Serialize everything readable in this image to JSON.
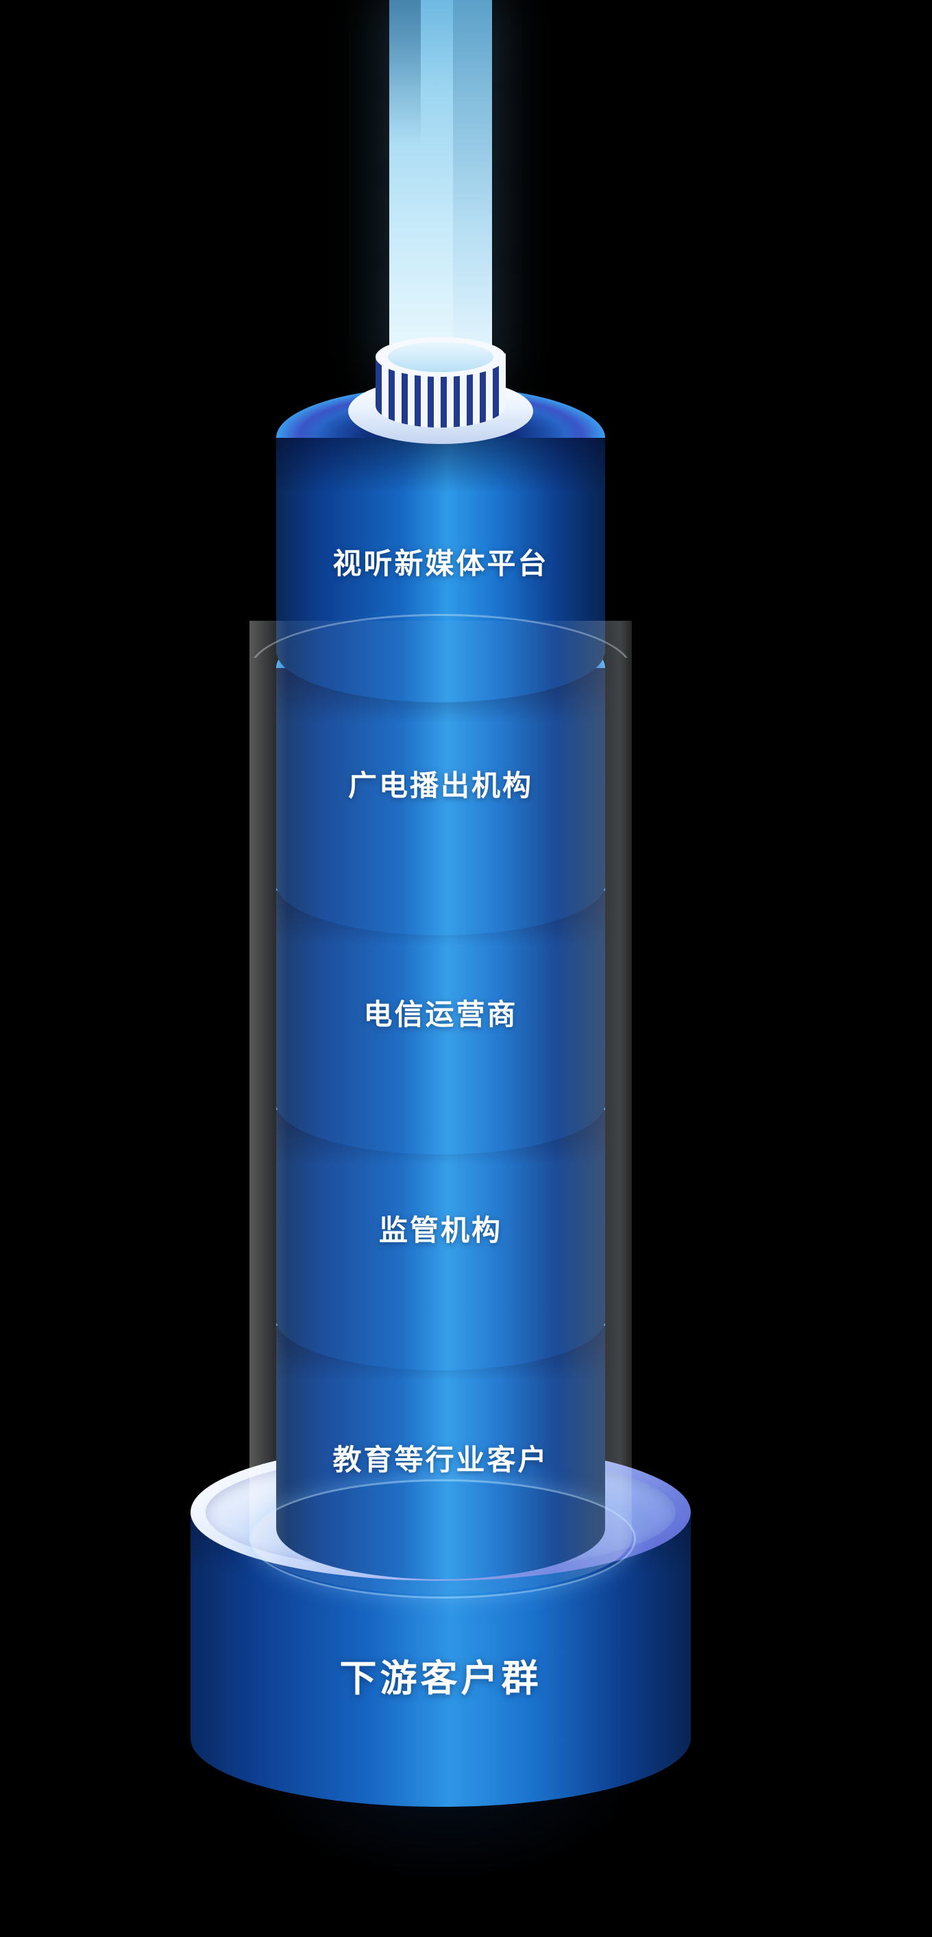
{
  "tower": {
    "layers": [
      {
        "label": "视听新媒体平台"
      },
      {
        "label": "广电播出机构"
      },
      {
        "label": "电信运营商"
      },
      {
        "label": "监管机构"
      },
      {
        "label": "教育等行业客户"
      }
    ],
    "base": {
      "label": "下游客户群"
    }
  },
  "colors": {
    "background": "#000000",
    "cylinder_bright": "#2f9ae8",
    "cylinder_dark": "#092858",
    "cylinder_top_face": "#0b1048",
    "base_top_light": "#dbe7fb",
    "beam": "#9ed6f1",
    "text": "#ffffff"
  }
}
